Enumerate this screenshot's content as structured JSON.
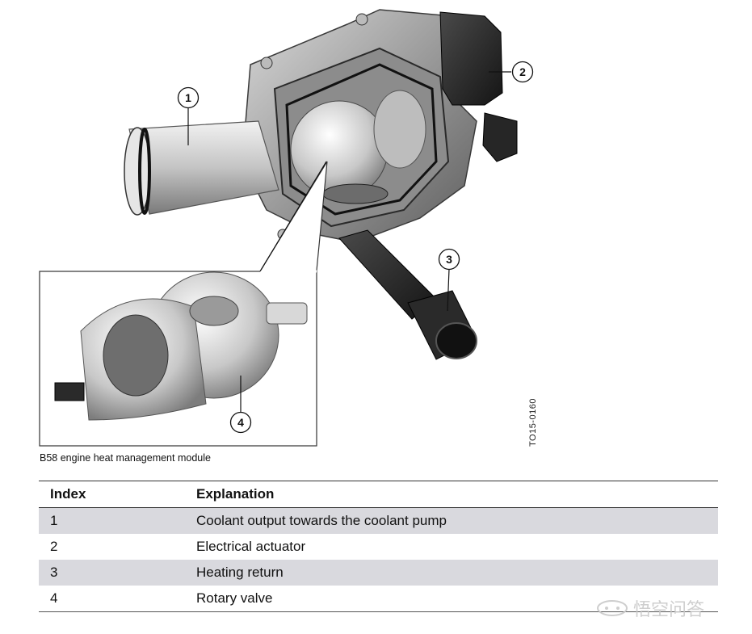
{
  "figure": {
    "callouts": [
      "1",
      "2",
      "3",
      "4"
    ],
    "figure_id": "TO15-0160",
    "caption": "B58 engine heat management module"
  },
  "legend": {
    "headers": [
      "Index",
      "Explanation"
    ],
    "rows": [
      {
        "index": "1",
        "explanation": "Coolant output towards the coolant pump"
      },
      {
        "index": "2",
        "explanation": "Electrical actuator"
      },
      {
        "index": "3",
        "explanation": "Heating return"
      },
      {
        "index": "4",
        "explanation": "Rotary valve"
      }
    ]
  },
  "watermark": {
    "text": "悟空问答"
  }
}
